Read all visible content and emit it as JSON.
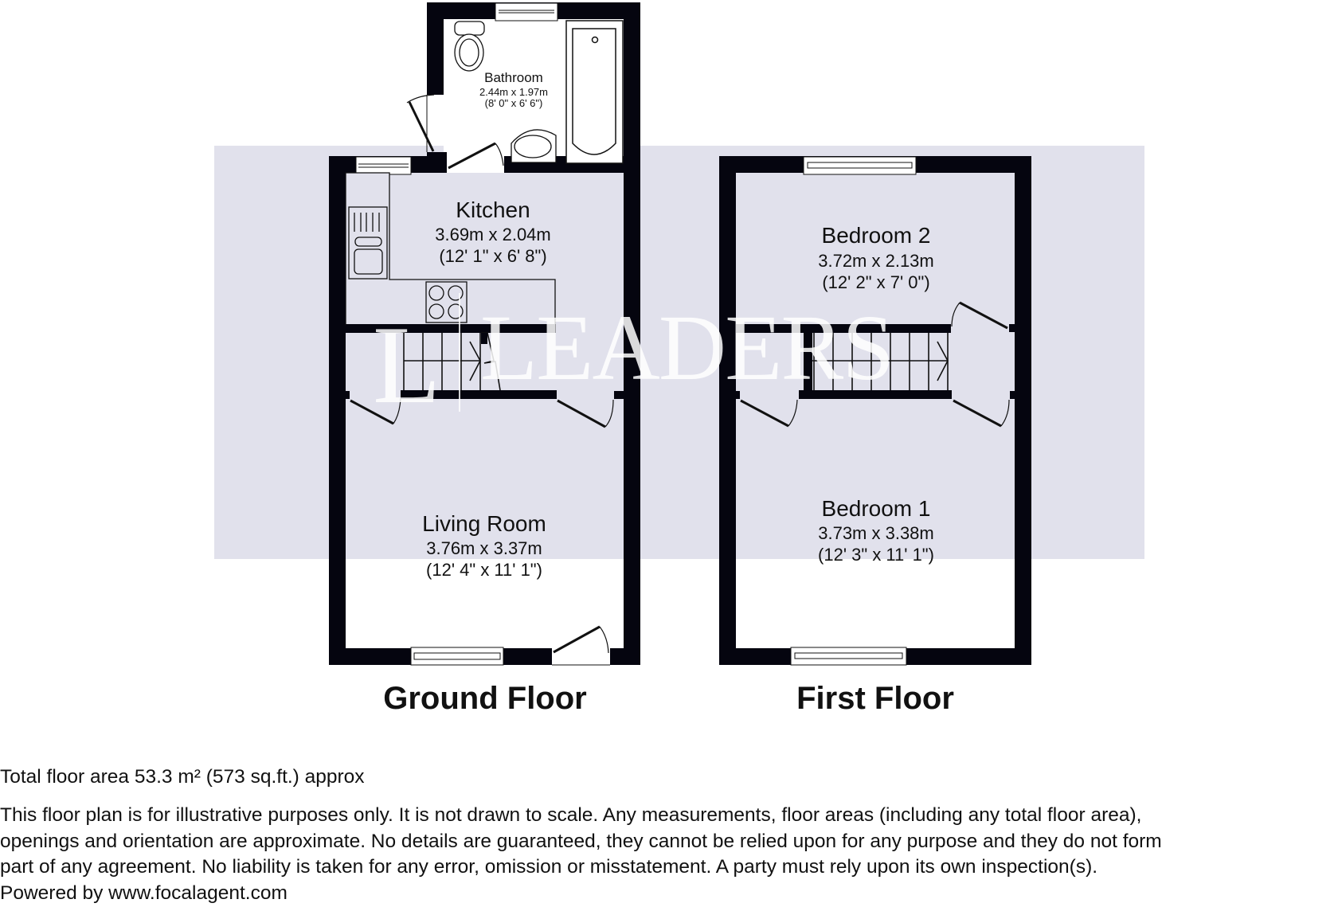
{
  "watermark": {
    "brand": "LEADERS",
    "monogram": "L"
  },
  "floors": [
    {
      "title": "Ground Floor",
      "rooms": [
        {
          "name": "Bathroom",
          "metric": "2.44m x 1.97m",
          "imperial": "(8' 0\" x 6' 6\")"
        },
        {
          "name": "Kitchen",
          "metric": "3.69m x 2.04m",
          "imperial": "(12' 1\" x 6' 8\")"
        },
        {
          "name": "Living Room",
          "metric": "3.76m x 3.37m",
          "imperial": "(12' 4\" x 11' 1\")"
        }
      ]
    },
    {
      "title": "First Floor",
      "rooms": [
        {
          "name": "Bedroom 2",
          "metric": "3.72m x 2.13m",
          "imperial": "(12' 2\" x 7' 0\")"
        },
        {
          "name": "Bedroom 1",
          "metric": "3.73m x 3.38m",
          "imperial": "(12' 3\" x 11' 1\")"
        }
      ]
    }
  ],
  "footer": {
    "total_area": "Total floor area 53.3 m² (573 sq.ft.) approx",
    "disclaimer_lines": [
      "This floor plan is for illustrative purposes only. It is not drawn to scale. Any measurements, floor areas (including any total floor area),",
      "openings and orientation are approximate. No details are guaranteed, they cannot be relied upon for any purpose and they do not form",
      "part of any agreement. No liability is taken for any error, omission or misstatement. A party must rely upon its own inspection(s).",
      "Powered by www.focalagent.com"
    ]
  },
  "colors": {
    "wall": "#05050f",
    "band": "#e1e1ec",
    "background": "#ffffff"
  }
}
